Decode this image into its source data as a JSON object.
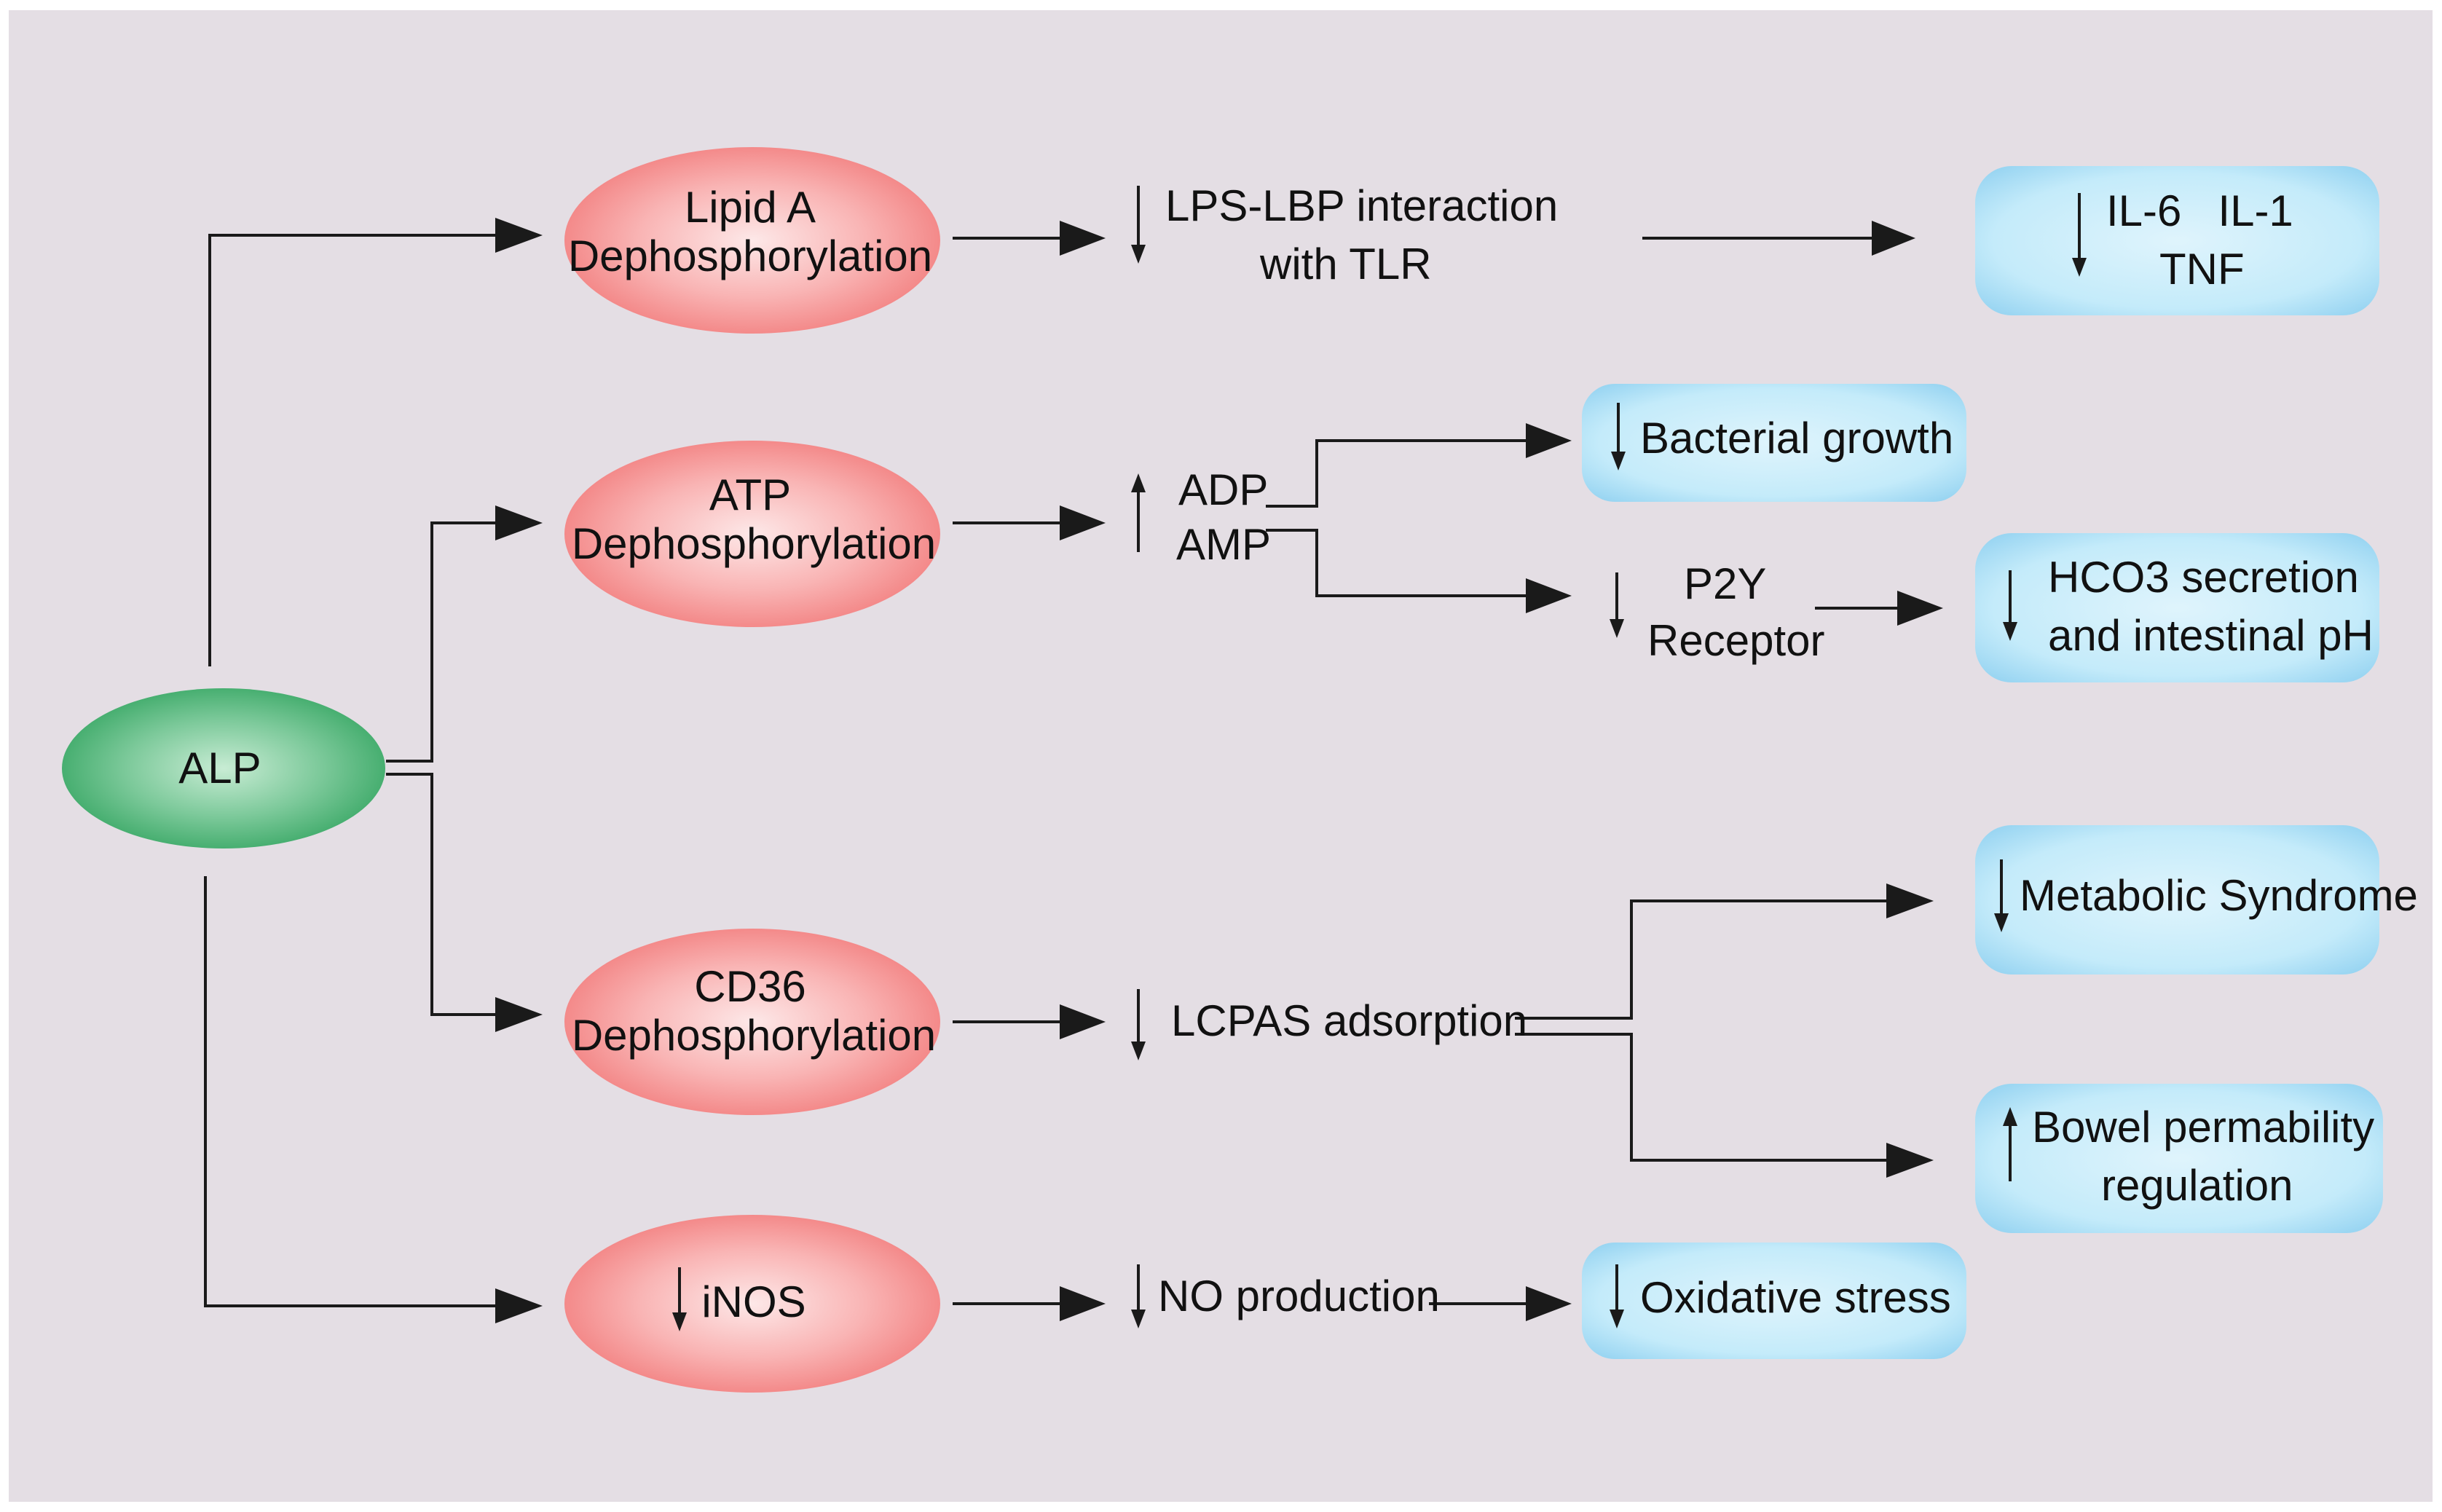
{
  "nodes": {
    "alp": "ALP",
    "lipid_a": [
      "Lipid A",
      "Dephosphorylation"
    ],
    "atp": [
      "ATP",
      "Dephosphorylation"
    ],
    "cd36": [
      "CD36",
      "Dephosphorylation"
    ],
    "inos": "iNOS"
  },
  "intermediates": {
    "lps_lbp": [
      "LPS-LBP interaction",
      "with TLR"
    ],
    "adp": "ADP",
    "amp": "AMP",
    "p2y": [
      "P2Y",
      "Receptor"
    ],
    "lcpas": "LCPAS  adsorption",
    "no_production": "NO production"
  },
  "outcomes": {
    "cytokines": [
      "IL-6   IL-1",
      "TNF"
    ],
    "bacterial_growth": "Bacterial growth",
    "hco3": [
      "HCO3 secretion",
      "and intestinal pH"
    ],
    "metabolic": "Metabolic Syndrome",
    "bowel": [
      "Bowel permability",
      "regulation"
    ],
    "oxidative": "Oxidative stress"
  },
  "colors": {
    "background": "#e4dee4",
    "alp_fill": "#3aa866",
    "ellipse_fill": "#f58a8a",
    "outcome_fill": "#aee0f6",
    "line": "#1a1a1a"
  }
}
